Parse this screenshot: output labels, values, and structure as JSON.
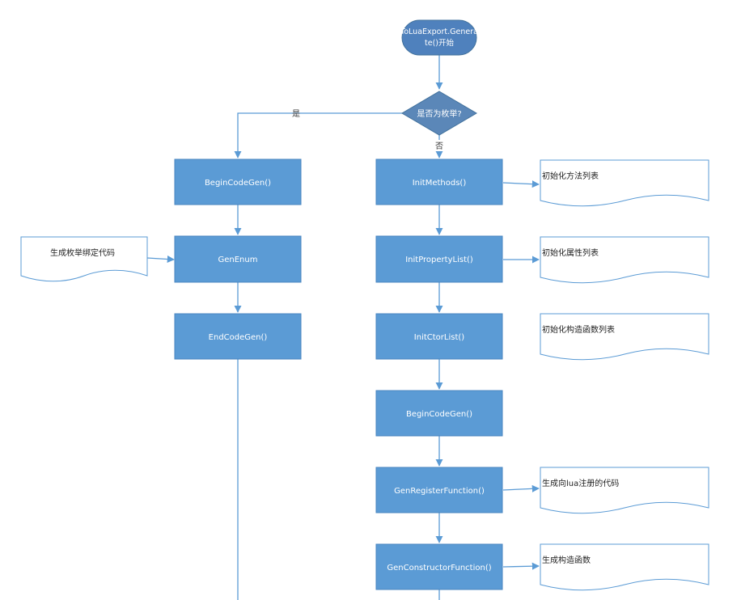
{
  "start": {
    "line1": "ToLuaExport.Genera",
    "line2": "te()开始"
  },
  "decision": {
    "label": "是否为枚举?"
  },
  "edges": {
    "yes": "是",
    "no": "否"
  },
  "left_branch": {
    "begin": "BeginCodeGen()",
    "gen_enum": "GenEnum",
    "end": "EndCodeGen()"
  },
  "right_branch": {
    "init_methods": "InitMethods()",
    "init_property": "InitPropertyList()",
    "init_ctor": "InitCtorList()",
    "begin": "BeginCodeGen()",
    "gen_register": "GenRegisterFunction()",
    "gen_constructor": "GenConstructorFunction()"
  },
  "notes": {
    "enum_code": "生成枚举绑定代码",
    "methods": "初始化方法列表",
    "property": "初始化属性列表",
    "ctor": "初始化构造函数列表",
    "register": "生成向lua注册的代码",
    "constructor": "生成构造函数"
  },
  "colors": {
    "box_fill": "#5b9bd5",
    "box_stroke": "#4a86c0",
    "start_fill": "#4f81bd",
    "decision_fill": "#5b87b8",
    "line": "#5b9bd5",
    "note_stroke": "#5b9bd5"
  }
}
